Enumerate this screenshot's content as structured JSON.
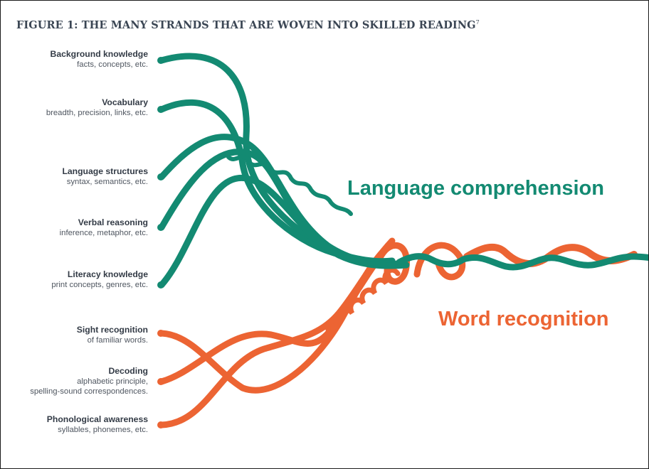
{
  "figure": {
    "title": "FIGURE 1: THE MANY STRANDS THAT ARE WOVEN INTO SKILLED READING",
    "footnote_mark": "7"
  },
  "colors": {
    "language": "#138a72",
    "word": "#ec6433",
    "title": "#3b4654"
  },
  "groups": {
    "language_comprehension": "Language comprehension",
    "word_recognition": "Word recognition"
  },
  "strands": [
    {
      "name": "Background knowledge",
      "desc": [
        "facts, concepts, etc."
      ]
    },
    {
      "name": "Vocabulary",
      "desc": [
        "breadth, precision, links, etc."
      ]
    },
    {
      "name": "Language structures",
      "desc": [
        "syntax, semantics, etc."
      ]
    },
    {
      "name": "Verbal reasoning",
      "desc": [
        "inference, metaphor, etc."
      ]
    },
    {
      "name": "Literacy knowledge",
      "desc": [
        "print concepts, genres, etc."
      ]
    },
    {
      "name": "Sight recognition",
      "desc": [
        "of familiar words."
      ]
    },
    {
      "name": "Decoding",
      "desc": [
        "alphabetic principle,",
        "spelling-sound correspondences."
      ]
    },
    {
      "name": "Phonological awareness",
      "desc": [
        "syllables, phonemes, etc."
      ]
    }
  ]
}
